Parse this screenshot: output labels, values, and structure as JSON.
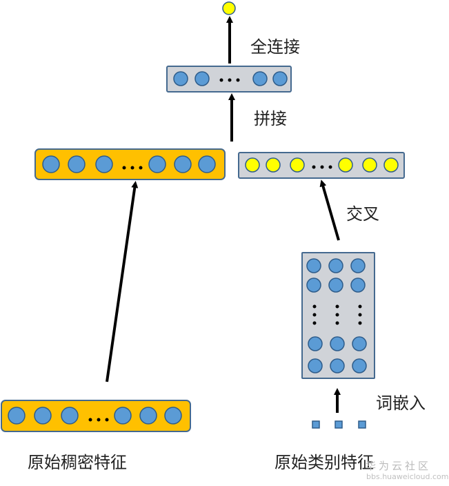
{
  "labels": {
    "fully_connected": "全连接",
    "concat": "拼接",
    "cross": "交叉",
    "word_embedding": "词嵌入",
    "raw_dense_features": "原始稠密特征",
    "raw_categorical_features": "原始类别特征"
  },
  "watermark": {
    "line1": "华为云社区",
    "line2": "bbs.huaweicloud.com"
  },
  "colors": {
    "neuron_blue": "#5b9bd5",
    "neuron_yellow": "#ffff00",
    "orange_box": "#ffc000",
    "gray_box": "#d0d3d8",
    "border": "#44698f"
  }
}
